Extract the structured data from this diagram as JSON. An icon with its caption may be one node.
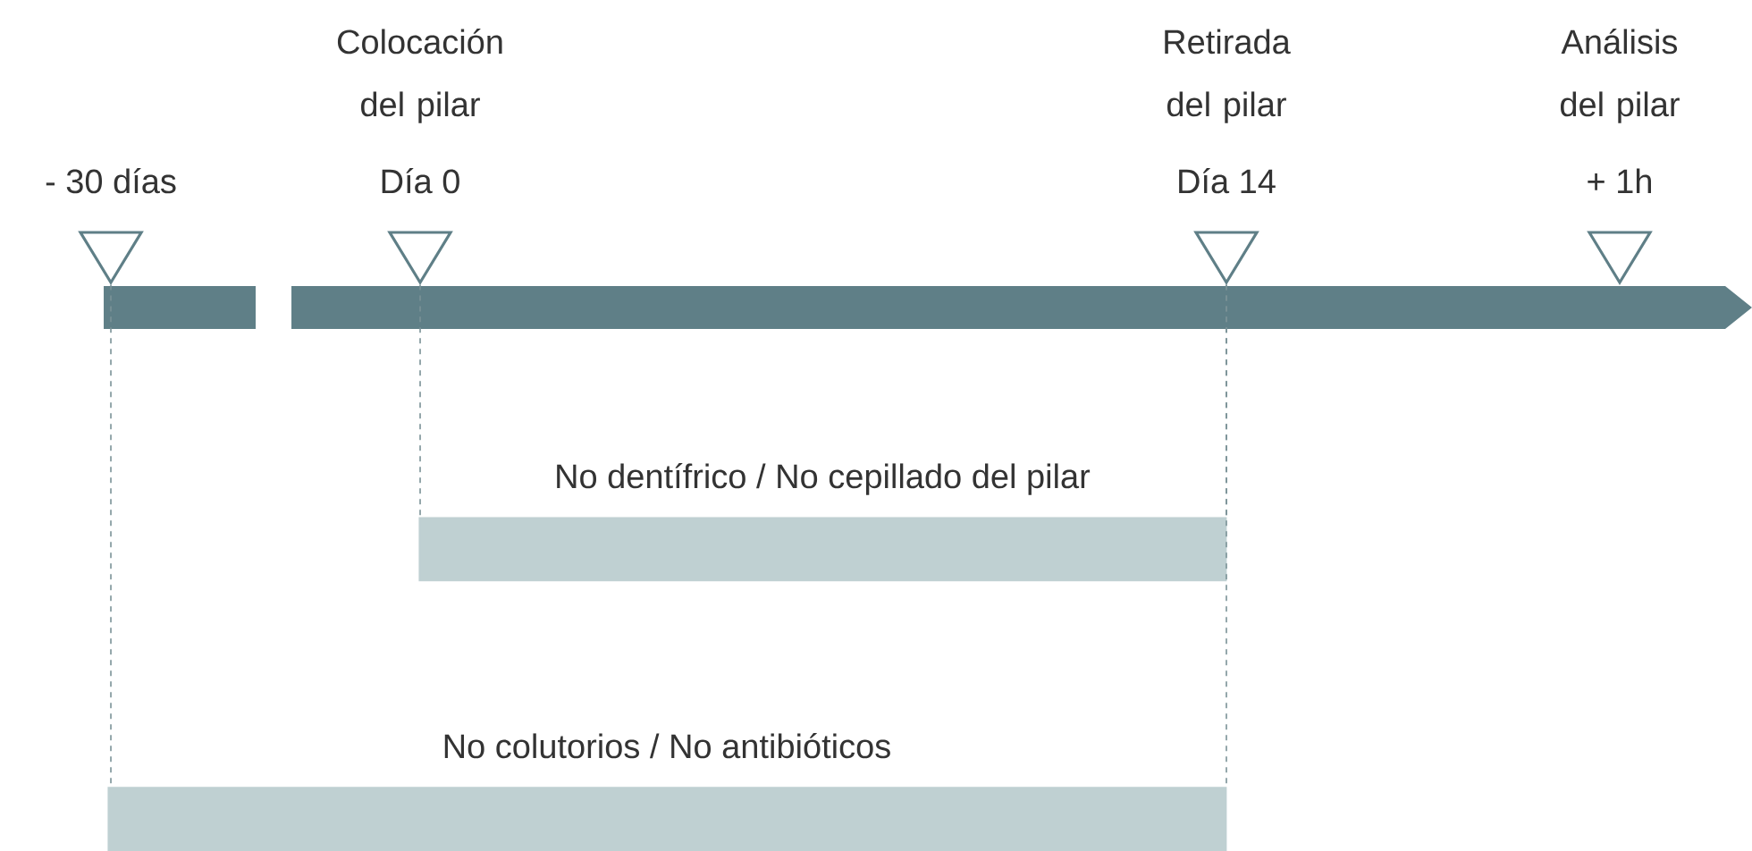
{
  "diagram": {
    "nodes": [
      {
        "text": [
          "- 30 días"
        ]
      },
      {
        "text": [
          "Colocación del pilar",
          "Día 0"
        ]
      },
      {
        "text": [
          "Retirada del pilar",
          "Día 14"
        ]
      },
      {
        "text": [
          "Análisis del pilar",
          "+ 1h"
        ]
      },
      {
        "text": [
          "No dentífrico / No cepillado del pilar"
        ]
      },
      {
        "text": [
          "No colutorios / No antibióticos"
        ]
      }
    ],
    "edges": [
      {
        "from": 0,
        "to": 5,
        "arrow": "none",
        "style": "dashed"
      },
      {
        "from": 1,
        "to": 4,
        "arrow": "none",
        "style": "dashed"
      },
      {
        "from": 2,
        "to": 4,
        "arrow": "none",
        "style": "dashed"
      },
      {
        "from": 2,
        "to": 5,
        "arrow": "none",
        "style": "dashed"
      }
    ]
  }
}
